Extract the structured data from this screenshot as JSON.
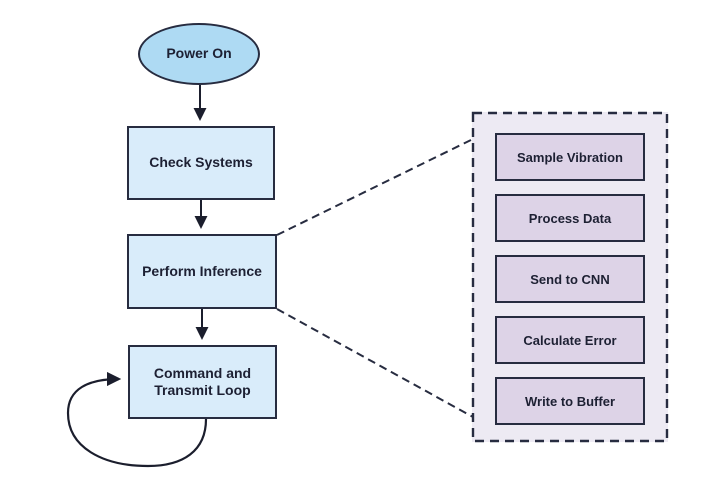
{
  "diagram": {
    "type": "flowchart",
    "start_node": {
      "id": "power-on",
      "shape": "ellipse",
      "label": "Power On"
    },
    "main_flow": [
      {
        "id": "check-systems",
        "shape": "rectangle",
        "label": "Check Systems"
      },
      {
        "id": "perform-inference",
        "shape": "rectangle",
        "label": "Perform Inference"
      },
      {
        "id": "command-transmit-loop",
        "shape": "rectangle",
        "label": "Command and Transmit Loop"
      }
    ],
    "subprocess": {
      "id": "inference-subprocess-panel",
      "border_style": "dashed",
      "steps": [
        {
          "id": "sample-vibration",
          "label": "Sample Vibration"
        },
        {
          "id": "process-data",
          "label": "Process Data"
        },
        {
          "id": "send-to-cnn",
          "label": "Send to CNN"
        },
        {
          "id": "calculate-error",
          "label": "Calculate Error"
        },
        {
          "id": "write-to-buffer",
          "label": "Write to Buffer"
        }
      ]
    },
    "edges": [
      {
        "from": "power-on",
        "to": "check-systems",
        "type": "solid-arrow"
      },
      {
        "from": "check-systems",
        "to": "perform-inference",
        "type": "solid-arrow"
      },
      {
        "from": "perform-inference",
        "to": "command-transmit-loop",
        "type": "solid-arrow"
      },
      {
        "from": "command-transmit-loop",
        "to": "command-transmit-loop",
        "type": "self-loop-arrow"
      },
      {
        "from": "perform-inference",
        "to": "inference-subprocess-panel",
        "type": "dashed-expansion"
      }
    ],
    "colors": {
      "background": "#ffffff",
      "start_node_fill": "#aedaf3",
      "process_node_fill": "#d9ecfa",
      "panel_background": "#edeaf3",
      "subprocess_fill": "#ddd3e7",
      "node_border": "#272c40",
      "arrow_stroke": "#1b1e2d",
      "text": "#1d2033"
    }
  }
}
